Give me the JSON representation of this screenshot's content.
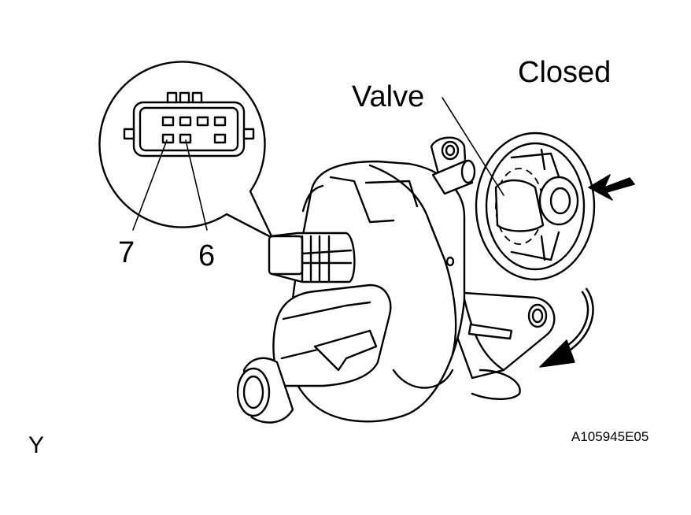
{
  "labels": {
    "closed": "Closed",
    "valve": "Valve",
    "terminal_7": "7",
    "terminal_6": "6",
    "view": "Y",
    "figure_code": "A105945E05"
  },
  "icons": {
    "flow_arrow": "arrow-left-icon",
    "rotation_arrow": "curved-arrow-icon"
  },
  "colors": {
    "line": "#000000",
    "background": "#ffffff"
  }
}
